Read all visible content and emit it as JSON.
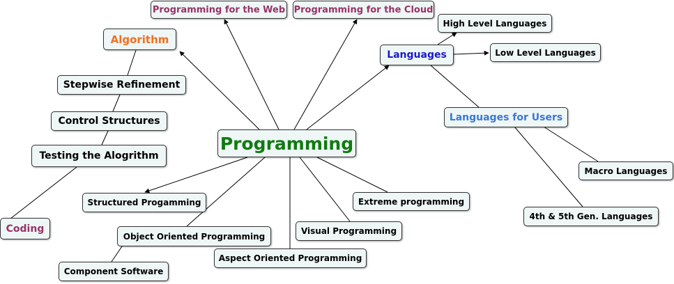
{
  "map": {
    "root": "Programming",
    "algorithm": "Algorithm",
    "stepwise": "Stepwise Refinement",
    "control": "Control Structures",
    "testing": "Testing the Alogrithm",
    "coding": "Coding",
    "prog_web": "Programming for the Web",
    "prog_cloud": "Programming for the Cloud",
    "languages": "Languages",
    "high_level": "High Level Languages",
    "low_level": "Low Level Languages",
    "lang_users": "Languages for Users",
    "macro": "Macro Languages",
    "gen45": "4th & 5th Gen. Languages",
    "structured": "Structured Progamming",
    "extreme": "Extreme programming",
    "oop": "Object Oriented Programming",
    "visual": "Visual Programming",
    "aspect": "Aspect Oriented Programming",
    "component": "Component Software"
  },
  "colors": {
    "node_fill": "#eef6f6",
    "root_text": "#117a11",
    "algorithm_text": "#f07020",
    "languages_text": "#1a1acc",
    "lang_users_text": "#3a78d8",
    "web_cloud_coding_text": "#993366"
  }
}
